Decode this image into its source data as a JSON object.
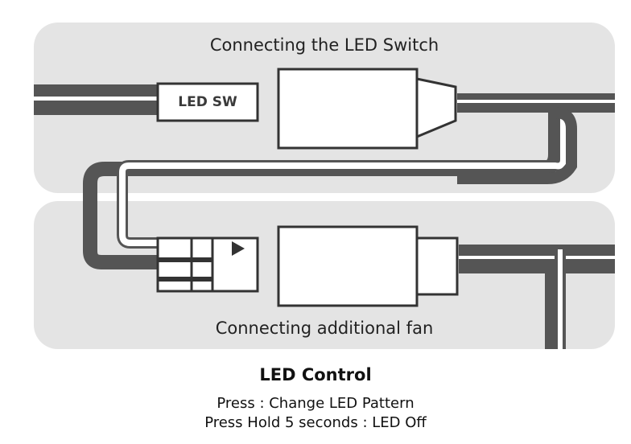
{
  "panels": {
    "top_title": "Connecting the LED Switch",
    "bottom_title": "Connecting additional fan"
  },
  "switch_label": "LED SW",
  "caption": {
    "title": "LED Control",
    "line1": "Press : Change LED Pattern",
    "line2": "Press Hold 5 seconds : LED Off"
  },
  "colors": {
    "panel_bg": "#e4e4e4",
    "cable_dark": "#555555",
    "outline": "#333333",
    "text": "#111111"
  },
  "icons": {
    "connector_arrow": "right-pointing-triangle-icon"
  }
}
